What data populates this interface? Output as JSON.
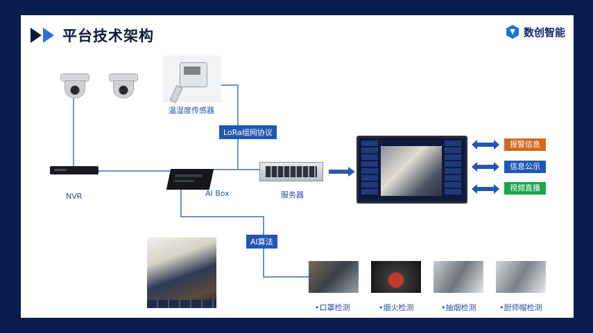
{
  "header": {
    "title": "平台技术架构",
    "brand": "数创智能"
  },
  "devices": {
    "sensor_label": "温湿度传感器",
    "nvr_label": "NVR",
    "aibox_label": "AI Box",
    "server_label": "服务器"
  },
  "tags": {
    "lora": "LoRa组网协议",
    "ai_algo": "AI算法"
  },
  "outputs": [
    {
      "label": "报警信息",
      "color": "#d2691e"
    },
    {
      "label": "信息公示",
      "color": "#1f57b3"
    },
    {
      "label": "视频直播",
      "color": "#1aa64b"
    }
  ],
  "detections": [
    {
      "label": "•口罩检测"
    },
    {
      "label": "•烟火检测"
    },
    {
      "label": "•抽烟检测"
    },
    {
      "label": "•厨师帽检测"
    }
  ],
  "colors": {
    "background": "#0b1d4f",
    "accent": "#1f57b3",
    "title": "#0d1a3a"
  }
}
